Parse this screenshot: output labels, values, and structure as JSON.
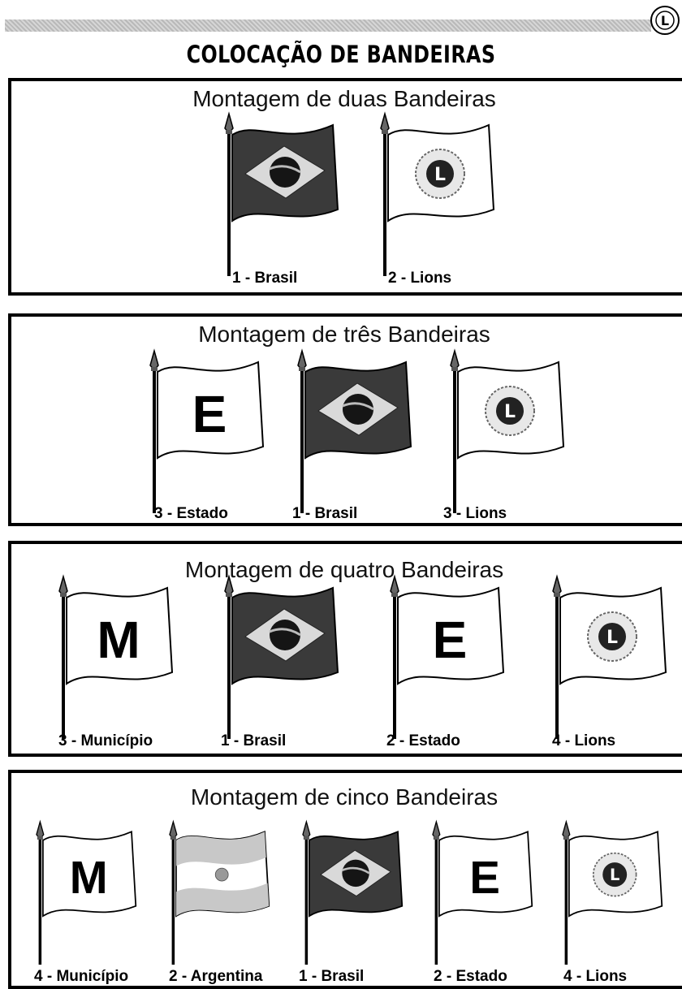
{
  "header": {
    "title": "COLOCAÇÃO DE BANDEIRAS",
    "logo_icon": "lions-badge-icon"
  },
  "panels": [
    {
      "title": "Montagem de duas Bandeiras",
      "flags": [
        {
          "label": "1 - Brasil",
          "icon": "brazil-flag-icon"
        },
        {
          "label": "2 - Lions",
          "icon": "lions-flag-icon"
        }
      ]
    },
    {
      "title": "Montagem de três Bandeiras",
      "flags": [
        {
          "label": "3 - Estado",
          "icon": "state-flag-icon",
          "letter": "E"
        },
        {
          "label": "1 - Brasil",
          "icon": "brazil-flag-icon"
        },
        {
          "label": "3 - Lions",
          "icon": "lions-flag-icon"
        }
      ]
    },
    {
      "title": "Montagem de quatro Bandeiras",
      "flags": [
        {
          "label": "3 - Município",
          "icon": "municipality-flag-icon",
          "letter": "M"
        },
        {
          "label": "1 - Brasil",
          "icon": "brazil-flag-icon"
        },
        {
          "label": "2 - Estado",
          "icon": "state-flag-icon",
          "letter": "E"
        },
        {
          "label": "4 - Lions",
          "icon": "lions-flag-icon"
        }
      ]
    },
    {
      "title": "Montagem de cinco Bandeiras",
      "flags": [
        {
          "label": "4 - Município",
          "icon": "municipality-flag-icon",
          "letter": "M"
        },
        {
          "label": "2 - Argentina",
          "icon": "argentina-flag-icon"
        },
        {
          "label": "1 - Brasil",
          "icon": "brazil-flag-icon"
        },
        {
          "label": "2 - Estado",
          "icon": "state-flag-icon",
          "letter": "E"
        },
        {
          "label": "4 - Lions",
          "icon": "lions-flag-icon"
        }
      ]
    }
  ],
  "colors": {
    "brazil_field": "#3a3a3a",
    "brazil_diamond": "#d9d9d9",
    "argentina_band": "#c8c8c8",
    "white_flag": "#ffffff",
    "ink": "#000000"
  }
}
